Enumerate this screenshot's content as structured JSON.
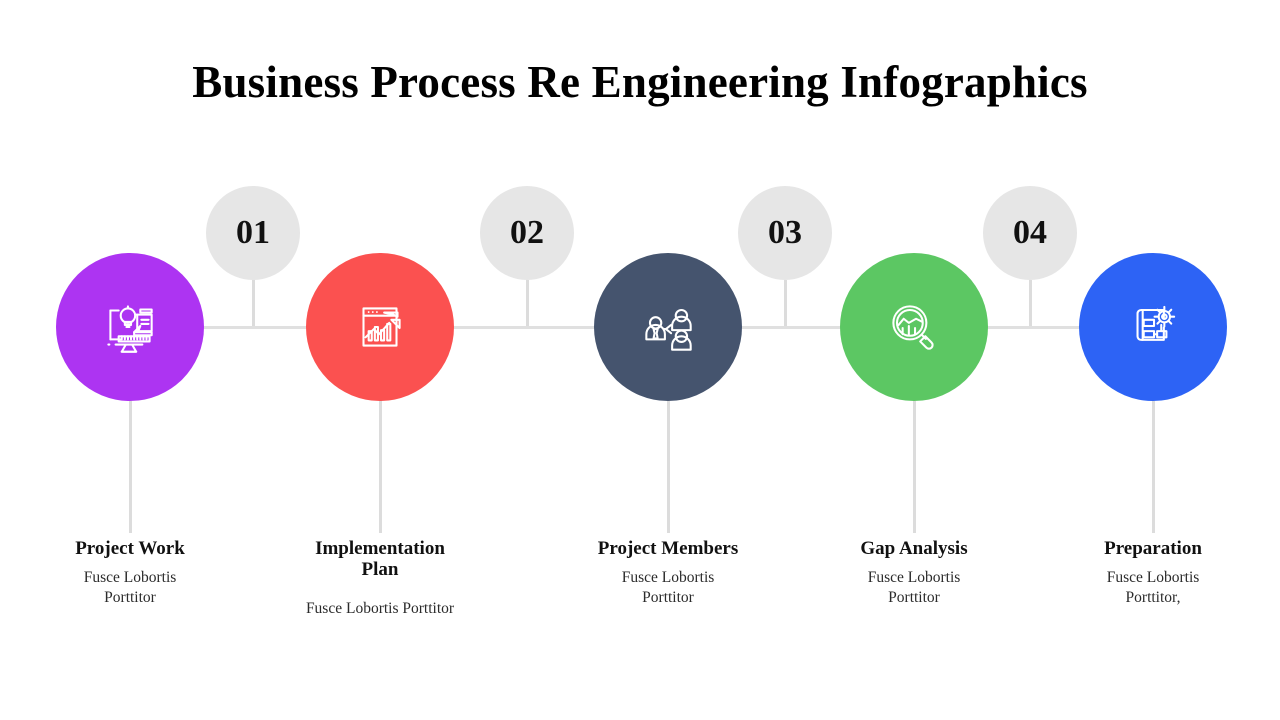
{
  "slide": {
    "title": "Business Process Re Engineering Infographics",
    "background_color": "#ffffff",
    "timeline_line_color": "#e0e0e0"
  },
  "markers": [
    {
      "number": "01",
      "circle_color": "#e6e6e6",
      "text_color": "#111111"
    },
    {
      "number": "02",
      "circle_color": "#e6e6e6",
      "text_color": "#111111"
    },
    {
      "number": "03",
      "circle_color": "#e6e6e6",
      "text_color": "#111111"
    },
    {
      "number": "04",
      "circle_color": "#e6e6e6",
      "text_color": "#111111"
    }
  ],
  "steps": [
    {
      "id": "project-work",
      "icon": "monitor-lightbulb-icon",
      "color": "#ad34f2",
      "title": "Project Work",
      "description": "Fusce Lobortis Porttitor"
    },
    {
      "id": "implementation-plan",
      "icon": "growth-bar-chart-icon",
      "color": "#fb5150",
      "title": "Implementation Plan",
      "description": "Fusce Lobortis Porttitor"
    },
    {
      "id": "project-members",
      "icon": "team-structure-icon",
      "color": "#45546e",
      "title": "Project Members",
      "description": "Fusce Lobortis Porttitor"
    },
    {
      "id": "gap-analysis",
      "icon": "magnifier-chart-icon",
      "color": "#5cc763",
      "title": "Gap Analysis",
      "description": "Fusce Lobortis Porttitor"
    },
    {
      "id": "preparation",
      "icon": "blueprint-gear-icon",
      "color": "#2d63f5",
      "title": "Preparation",
      "description": "Fusce Lobortis Porttitor,"
    }
  ]
}
